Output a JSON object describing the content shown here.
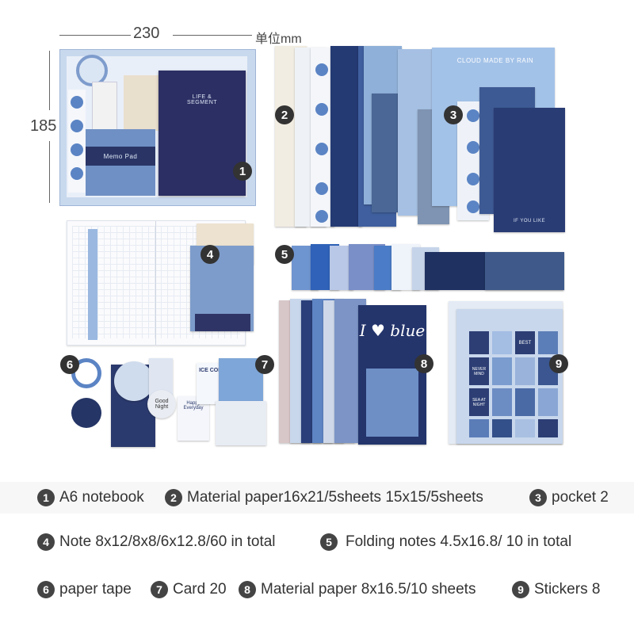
{
  "dimensions": {
    "width_label": "230",
    "height_label": "185",
    "unit_label": "单位mm"
  },
  "badges": [
    "1",
    "2",
    "3",
    "4",
    "5",
    "6",
    "7",
    "8",
    "9"
  ],
  "product_text": {
    "notebook_cover": "LIFE & SEGMENT",
    "cloud_sheet": "CLOUD MADE BY RAIN",
    "envelope_footer": "IF YOU LIKE",
    "blue_card_script": "I ♥ blue",
    "good_night": "Good Night",
    "ice_cone": "ICE CONE",
    "happy_everyday": "Happy Everyday",
    "sticker_best": "BEST",
    "sticker_never_mind": "NEVER MIND",
    "sticker_sea": "SEA AT NIGHT",
    "washi_tape": "Memo Pad"
  },
  "legend": [
    {
      "num": "1",
      "text": "A6 notebook"
    },
    {
      "num": "2",
      "text": "Material paper16x21/5sheets 15x15/5sheets"
    },
    {
      "num": "3",
      "text": "pocket 2"
    },
    {
      "num": "4",
      "text": "Note 8x12/8x8/6x12.8/60 in total"
    },
    {
      "num": "5",
      "text": "Folding notes 4.5x16.8/ 10 in total"
    },
    {
      "num": "6",
      "text": "paper tape"
    },
    {
      "num": "7",
      "text": "Card 20"
    },
    {
      "num": "8",
      "text": "Material paper 8x16.5/10 sheets"
    },
    {
      "num": "9",
      "text": "Stickers 8"
    }
  ],
  "colors": {
    "navy": "#2a3566",
    "mid_blue": "#5b84c4",
    "light_blue": "#bcd0ea",
    "badge": "#333333",
    "legend_bg": "#f7f7f7"
  }
}
